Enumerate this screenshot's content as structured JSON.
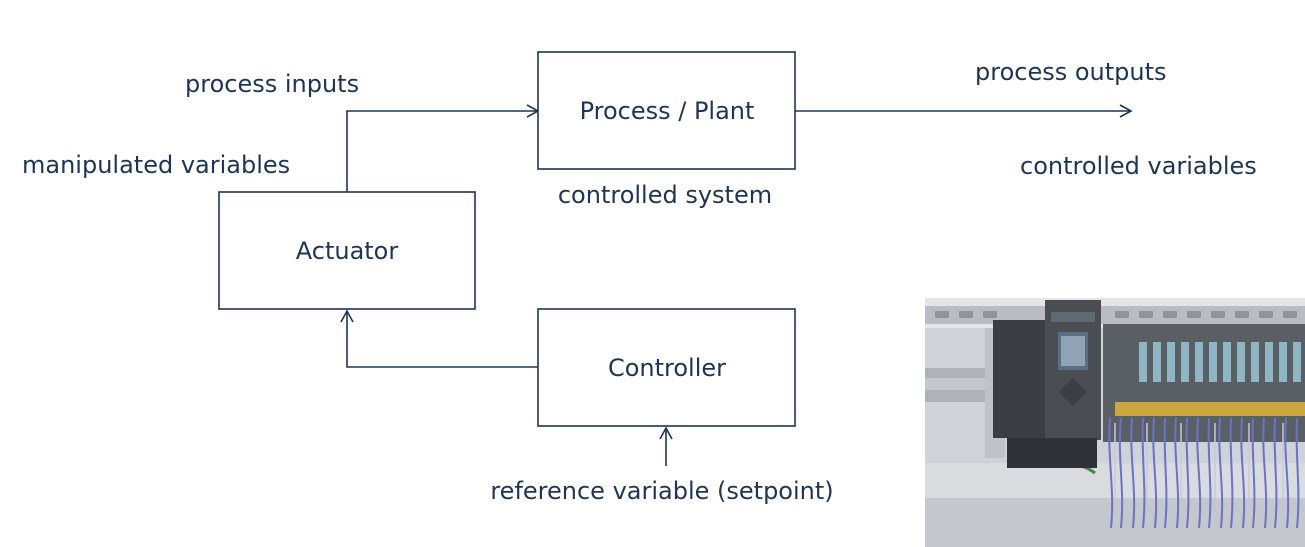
{
  "blocks": {
    "process": "Process / Plant",
    "actuator": "Actuator",
    "controller": "Controller"
  },
  "labels": {
    "process_inputs": "process inputs",
    "manipulated_variables": "manipulated variables",
    "controlled_system": "controlled system",
    "process_outputs": "process outputs",
    "controlled_variables": "controlled variables",
    "reference_variable": "reference variable (setpoint)"
  },
  "colors": {
    "ink": "#1d3557",
    "background": "#ffffff"
  },
  "photo": {
    "description_icon": "plc-cabinet-photo"
  }
}
